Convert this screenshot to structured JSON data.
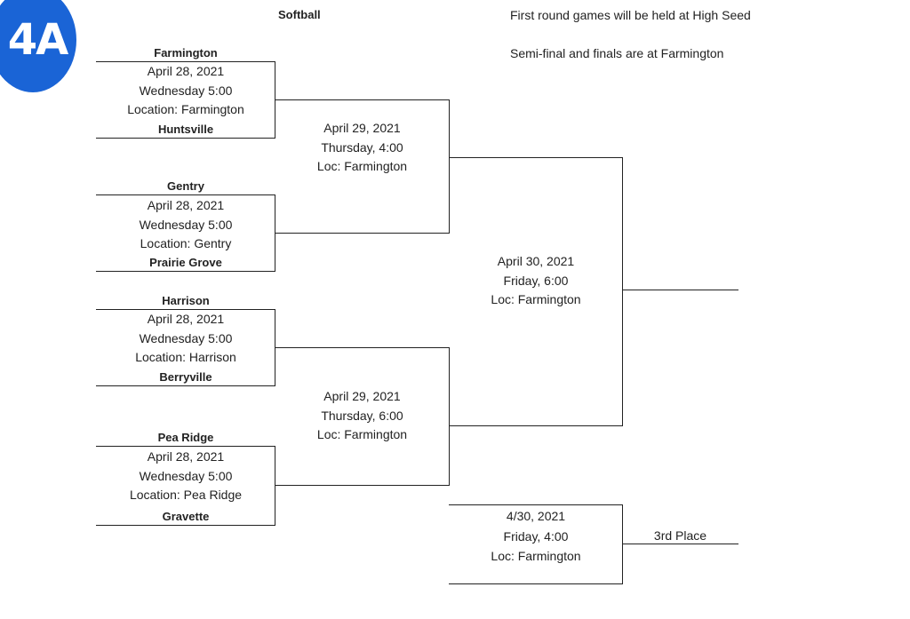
{
  "logo": {
    "text": "4A",
    "color": "#1a64d6"
  },
  "title": "Softball",
  "notes": [
    "First round games will be held at High Seed",
    "Semi-final and finals are at Farmington"
  ],
  "first_round": [
    {
      "top_team": "Farmington",
      "bottom_team": "Huntsville",
      "date": "April 28, 2021",
      "time": "Wednesday 5:00",
      "location": "Location:  Farmington"
    },
    {
      "top_team": "Gentry",
      "bottom_team": "Prairie Grove",
      "date": "April 28, 2021",
      "time": "Wednesday 5:00",
      "location": "Location: Gentry"
    },
    {
      "top_team": "Harrison",
      "bottom_team": "Berryville",
      "date": "April 28, 2021",
      "time": "Wednesday 5:00",
      "location": "Location:  Harrison"
    },
    {
      "top_team": "Pea Ridge",
      "bottom_team": "Gravette",
      "date": "April 28, 2021",
      "time": "Wednesday 5:00",
      "location": "Location: Pea Ridge"
    }
  ],
  "semifinals": [
    {
      "date": "April 29, 2021",
      "time": "Thursday, 4:00",
      "location": "Loc:  Farmington"
    },
    {
      "date": "April 29, 2021",
      "time": "Thursday, 6:00",
      "location": "Loc:  Farmington"
    }
  ],
  "final": {
    "date": "April 30, 2021",
    "time": "Friday, 6:00",
    "location": "Loc:   Farmington"
  },
  "third_place_game": {
    "date": "4/30, 2021",
    "time": "Friday, 4:00",
    "location": "Loc:  Farmington",
    "label": "3rd Place"
  }
}
